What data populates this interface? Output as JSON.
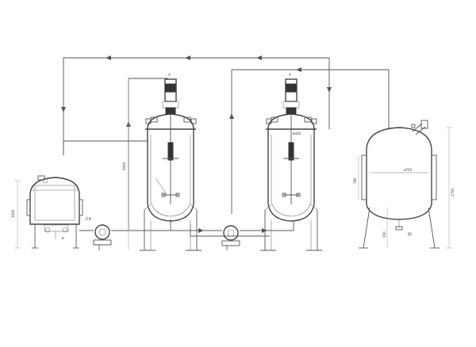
{
  "diagram": {
    "labels": {
      "left_tank_height": "1000",
      "left_tank_mark": "ø",
      "small_pump_label": "C3",
      "reactor1_height": "2000",
      "reactor1_top_label": "A",
      "reactor2_top_label": "A",
      "reactor2_diameter": "ø430",
      "right_tank_diameter": "ø750",
      "right_tank_body_height": "780",
      "right_tank_total_height": "1750",
      "right_tank_leg_height": "350",
      "right_tank_bottom_mark": "82"
    },
    "colors": {
      "line": "#555555",
      "background": "#ffffff"
    }
  }
}
